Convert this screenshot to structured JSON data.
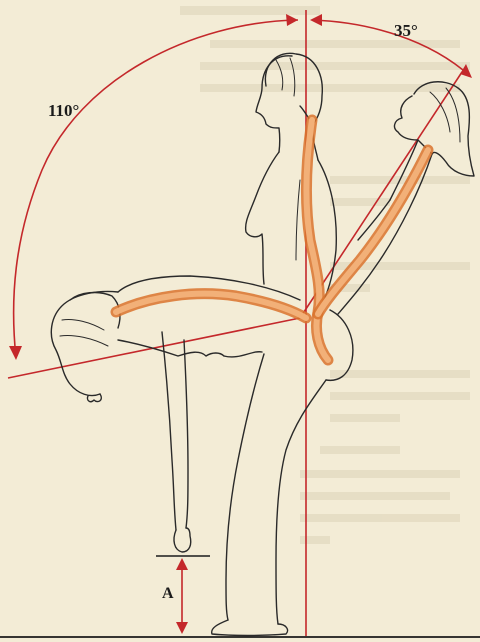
{
  "diagram": {
    "angle_extension": "35°",
    "angle_flexion": "110°",
    "distance_label": "A"
  },
  "colors": {
    "background": "#f3ecd6",
    "measurement_lines": "#c4282b",
    "spine": "#d9732d",
    "outline": "#2a2a2a"
  }
}
